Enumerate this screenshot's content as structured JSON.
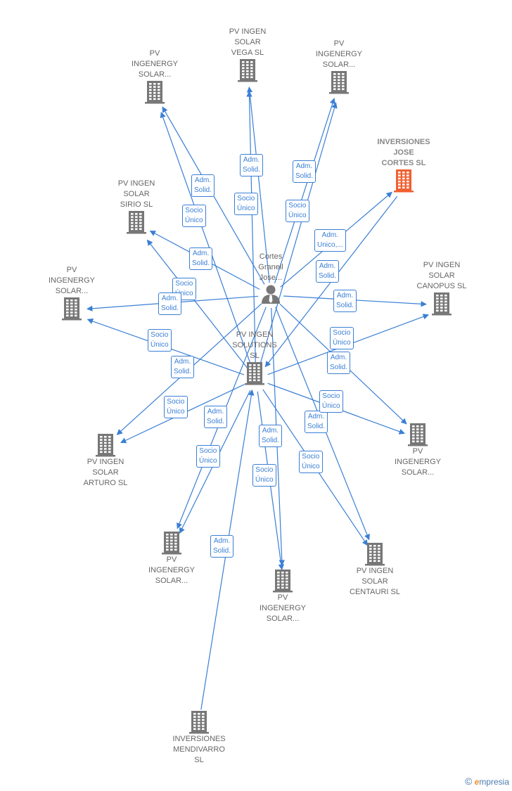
{
  "colors": {
    "edge": "#3a7fd5",
    "building": "#777777",
    "highlight": "#f06030",
    "person": "#777777"
  },
  "nodes": [
    {
      "id": "vega",
      "type": "building",
      "label": "PV INGEN\nSOLAR\nVEGA  SL"
    },
    {
      "id": "solar1",
      "type": "building",
      "label": "PV\nINGENERGY\nSOLAR..."
    },
    {
      "id": "solar2",
      "type": "building",
      "label": "PV\nINGENERGY\nSOLAR..."
    },
    {
      "id": "inversiones_jose",
      "type": "building",
      "highlight": true,
      "label": "INVERSIONES\nJOSE\nCORTES  SL"
    },
    {
      "id": "sirio",
      "type": "building",
      "label": "PV INGEN\nSOLAR\nSIRIO  SL"
    },
    {
      "id": "solar3",
      "type": "building",
      "label": "PV\nINGENERGY\nSOLAR..."
    },
    {
      "id": "canopus",
      "type": "building",
      "label": "PV INGEN\nSOLAR\nCANOPUS  SL"
    },
    {
      "id": "person",
      "type": "person",
      "label": "Cortes\nGranell\nJose..."
    },
    {
      "id": "solutions",
      "type": "building",
      "label": "PV INGEN\nSOLUTIONS\nSL"
    },
    {
      "id": "arturo",
      "type": "building",
      "label": "PV INGEN\nSOLAR\nARTURO  SL"
    },
    {
      "id": "solar4",
      "type": "building",
      "label": "PV\nINGENERGY\nSOLAR..."
    },
    {
      "id": "solar5",
      "type": "building",
      "label": "PV\nINGENERGY\nSOLAR..."
    },
    {
      "id": "solar6",
      "type": "building",
      "label": "PV\nINGENERGY\nSOLAR..."
    },
    {
      "id": "centauri",
      "type": "building",
      "label": "PV INGEN\nSOLAR\nCENTAURI  SL"
    },
    {
      "id": "mendivarro",
      "type": "building",
      "label": "INVERSIONES\nMENDIVARRO\nSL"
    }
  ],
  "edges": [
    {
      "from": "person",
      "to": "vega",
      "label": "Adm.\nSolid."
    },
    {
      "from": "solutions",
      "to": "vega",
      "label": "Socio\nÚnico"
    },
    {
      "from": "person",
      "to": "solar2",
      "label": "Adm.\nSolid."
    },
    {
      "from": "solutions",
      "to": "solar2",
      "label": "Socio\nÚnico"
    },
    {
      "from": "person",
      "to": "solar1",
      "label": "Adm.\nSolid."
    },
    {
      "from": "solutions",
      "to": "solar1",
      "label": "Socio\nÚnico"
    },
    {
      "from": "person",
      "to": "inversiones_jose",
      "label": "Adm.\nUnico,..."
    },
    {
      "from": "inversiones_jose",
      "to": "solutions",
      "label": "Adm.\nSolid."
    },
    {
      "from": "person",
      "to": "sirio",
      "label": "Adm.\nSolid."
    },
    {
      "from": "solutions",
      "to": "sirio",
      "label": "Socio\nÚnico"
    },
    {
      "from": "person",
      "to": "solar3",
      "label": "Adm.\nSolid."
    },
    {
      "from": "solutions",
      "to": "solar3",
      "label": "Socio\nÚnico"
    },
    {
      "from": "person",
      "to": "canopus",
      "label": "Adm.\nSolid."
    },
    {
      "from": "solutions",
      "to": "canopus",
      "label": "Socio\nÚnico"
    },
    {
      "from": "person",
      "to": "arturo",
      "label": "Adm.\nSolid."
    },
    {
      "from": "solutions",
      "to": "arturo",
      "label": "Socio\nÚnico"
    },
    {
      "from": "person",
      "to": "solar4",
      "label": "Adm.\nSolid."
    },
    {
      "from": "solutions",
      "to": "solar4",
      "label": "Socio\nÚnico"
    },
    {
      "from": "person",
      "to": "solar5",
      "label": "Adm.\nSolid."
    },
    {
      "from": "solutions",
      "to": "solar5",
      "label": "Socio\nÚnico"
    },
    {
      "from": "person",
      "to": "solar6",
      "label": "Adm.\nSolid."
    },
    {
      "from": "solutions",
      "to": "solar6",
      "label": "Socio\nÚnico"
    },
    {
      "from": "person",
      "to": "centauri",
      "label": "Adm.\nSolid."
    },
    {
      "from": "solutions",
      "to": "centauri",
      "label": "Socio\nÚnico"
    },
    {
      "from": "mendivarro",
      "to": "solutions",
      "label": "Adm.\nSolid."
    }
  ],
  "footer": {
    "copyright": "©",
    "brand_e": "e",
    "brand_rest": "mpresia"
  }
}
